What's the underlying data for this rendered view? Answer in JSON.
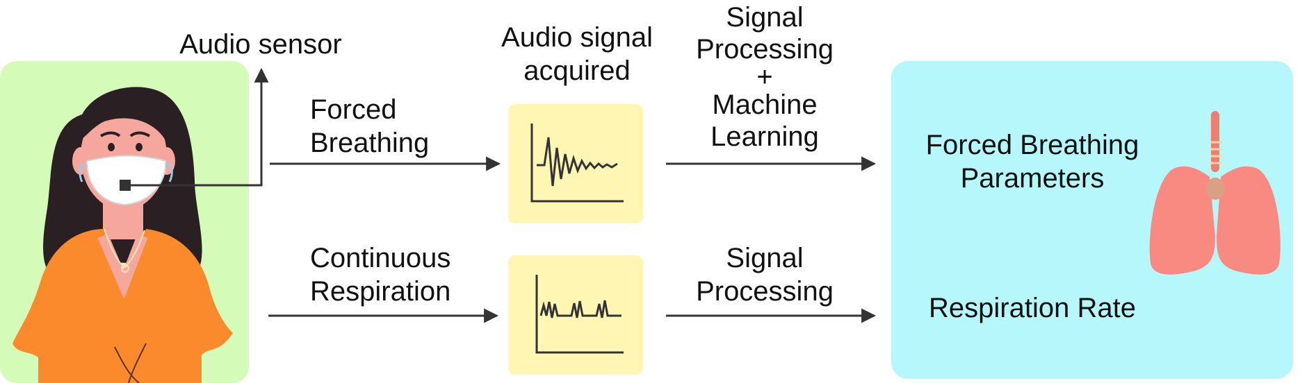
{
  "labels": {
    "audio_sensor": "Audio sensor",
    "audio_signal": [
      "Audio signal",
      "acquired"
    ],
    "signal_processing_ml": [
      "Signal",
      "Processing",
      "+",
      "Machine",
      "Learning"
    ],
    "forced_breathing": [
      "Forced",
      "Breathing"
    ],
    "continuous_respiration": [
      "Continuous",
      "Respiration"
    ],
    "signal_processing": [
      "Signal",
      "Processing"
    ],
    "out_forced_params": [
      "Forced Breathing",
      "Parameters"
    ],
    "out_respiration_rate": "Respiration Rate"
  },
  "colors": {
    "person_panel": "#d4fcb8",
    "output_panel": "#b5f7fb",
    "signal_box": "#fff6b3",
    "arrow": "#333333",
    "shirt": "#fa8a2c",
    "skin": "#f6a79d",
    "hair": "#2a1f22",
    "lungs": "#f98a82",
    "trachea": "#ef7e6f"
  },
  "icons": [
    "person-with-mask-icon",
    "lungs-icon",
    "forced-breathing-waveform-icon",
    "respiration-waveform-icon"
  ]
}
